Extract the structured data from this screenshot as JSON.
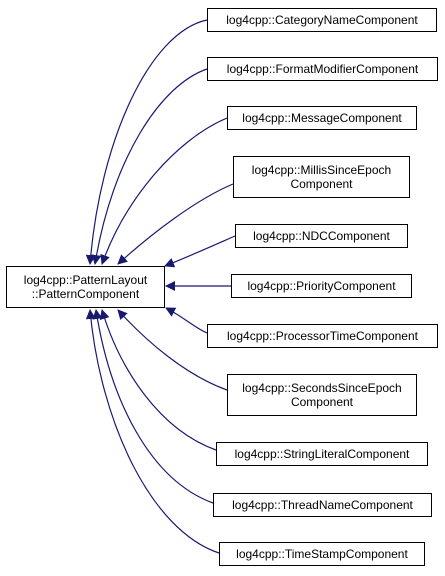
{
  "colors": {
    "edge": "#191970",
    "node_border": "#000000",
    "node_fill": "#ffffff",
    "text": "#000000"
  },
  "diagram": {
    "type": "inheritance-graph",
    "base": {
      "id": "pattern_component",
      "lines": [
        "log4cpp::PatternLayout",
        "::PatternComponent"
      ]
    },
    "derived": [
      {
        "id": "category_name_component",
        "lines": [
          "log4cpp::CategoryNameComponent"
        ]
      },
      {
        "id": "format_modifier_component",
        "lines": [
          "log4cpp::FormatModifierComponent"
        ]
      },
      {
        "id": "message_component",
        "lines": [
          "log4cpp::MessageComponent"
        ]
      },
      {
        "id": "millis_since_epoch_component",
        "lines": [
          "log4cpp::MillisSinceEpoch",
          "Component"
        ]
      },
      {
        "id": "ndc_component",
        "lines": [
          "log4cpp::NDCComponent"
        ]
      },
      {
        "id": "priority_component",
        "lines": [
          "log4cpp::PriorityComponent"
        ]
      },
      {
        "id": "processor_time_component",
        "lines": [
          "log4cpp::ProcessorTimeComponent"
        ]
      },
      {
        "id": "seconds_since_epoch_component",
        "lines": [
          "log4cpp::SecondsSinceEpoch",
          "Component"
        ]
      },
      {
        "id": "string_literal_component",
        "lines": [
          "log4cpp::StringLiteralComponent"
        ]
      },
      {
        "id": "thread_name_component",
        "lines": [
          "log4cpp::ThreadNameComponent"
        ]
      },
      {
        "id": "time_stamp_component",
        "lines": [
          "log4cpp::TimeStampComponent"
        ]
      }
    ]
  }
}
